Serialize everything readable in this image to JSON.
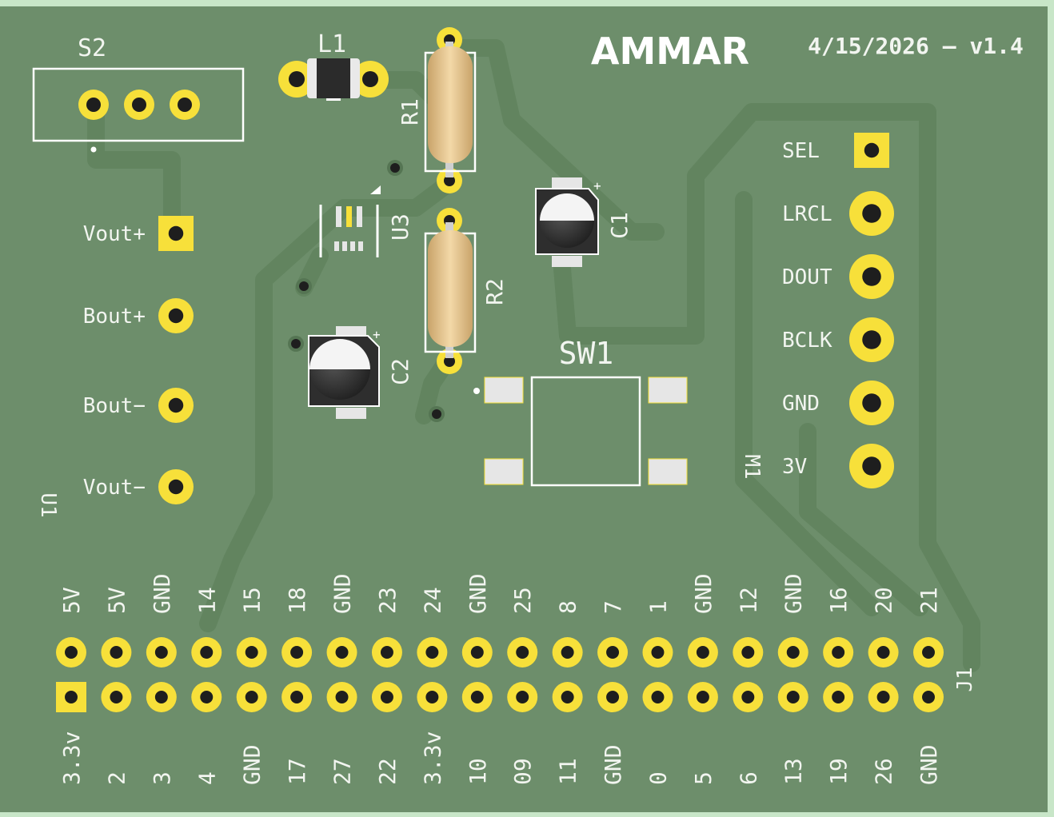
{
  "board": {
    "brand": "AMMAR",
    "revision": "4/15/2026 – v1.4",
    "colors": {
      "background": "#c8e6c8",
      "substrate": "#6d8e6b",
      "trace": "#62845f",
      "pad_gold": "#f7e03a",
      "silkscreen": "#f2f5f0"
    }
  },
  "refdes": {
    "s2": "S2",
    "l1": "L1",
    "r1": "R1",
    "r2": "R2",
    "u3": "U3",
    "c1": "C1",
    "c2": "C2",
    "sw1": "SW1",
    "m1": "M1",
    "u1": "U1",
    "j1": "J1"
  },
  "u1_pins": [
    "Vout+",
    "Bout+",
    "Bout−",
    "Vout−"
  ],
  "m1_pins": [
    "SEL",
    "LRCL",
    "DOUT",
    "BCLK",
    "GND",
    "3V"
  ],
  "j1_top_labels": [
    "5V",
    "5V",
    "GND",
    "14",
    "15",
    "18",
    "GND",
    "23",
    "24",
    "GND",
    "25",
    "8",
    "7",
    "1",
    "GND",
    "12",
    "GND",
    "16",
    "20",
    "21"
  ],
  "j1_bottom_labels": [
    "3.3v",
    "2",
    "3",
    "4",
    "GND",
    "17",
    "27",
    "22",
    "3.3v",
    "10",
    "09",
    "11",
    "GND",
    "0",
    "5",
    "6",
    "13",
    "19",
    "26",
    "GND"
  ]
}
